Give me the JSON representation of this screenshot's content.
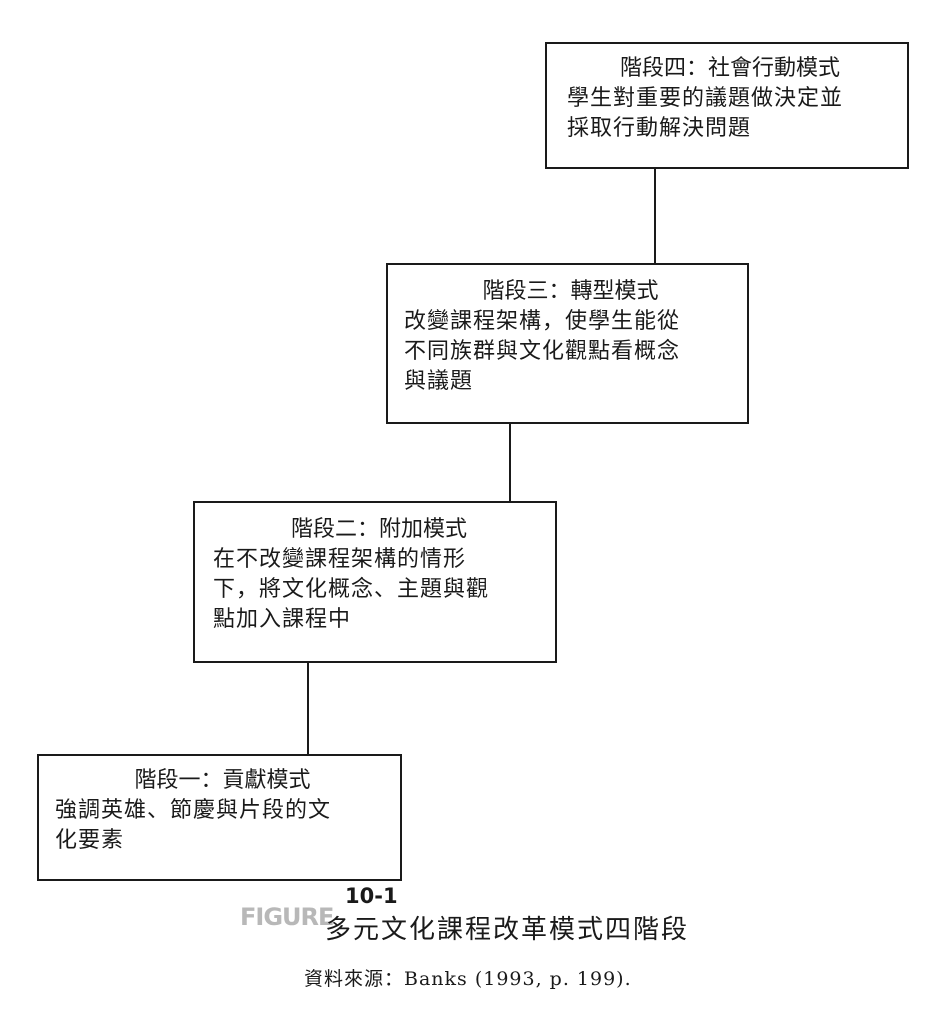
{
  "stages": [
    {
      "title": "階段一：貢獻模式",
      "description": "強調英雄、節慶與片段的文\n化要素"
    },
    {
      "title": "階段二：附加模式",
      "description": "在不改變課程架構的情形\n下，將文化概念、主題與觀\n點加入課程中"
    },
    {
      "title": "階段三：轉型模式",
      "description": "改變課程架構，使學生能從\n不同族群與文化觀點看概念\n與議題"
    },
    {
      "title": "階段四：社會行動模式",
      "description": "學生對重要的議題做決定並\n採取行動解決問題"
    }
  ],
  "figure": {
    "label": "FIGURE",
    "number": "10-1",
    "title": "多元文化課程改革模式四階段",
    "source": "資料來源：Banks (1993, p. 199)."
  }
}
